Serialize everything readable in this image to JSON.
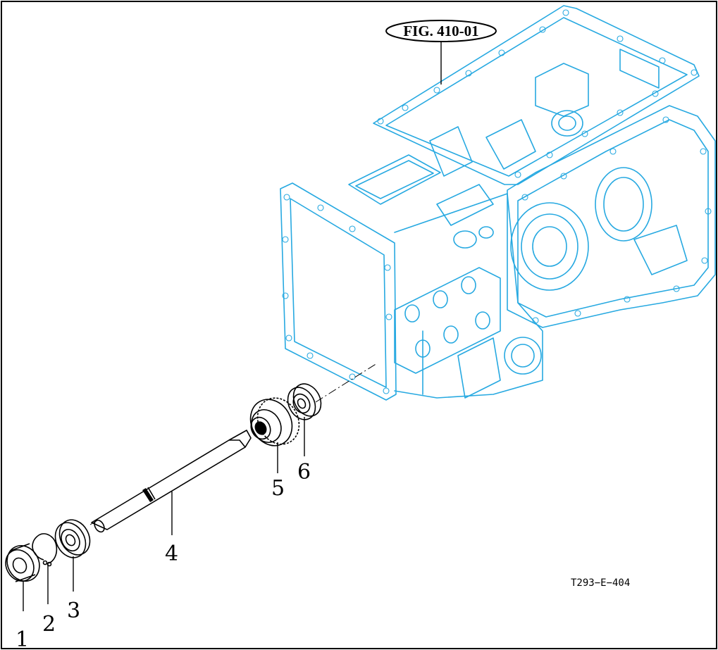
{
  "figure_reference": "FIG. 410-01",
  "drawing_code": "T293−E−404",
  "callouts": [
    {
      "id": "1",
      "label": "1"
    },
    {
      "id": "2",
      "label": "2"
    },
    {
      "id": "3",
      "label": "3"
    },
    {
      "id": "4",
      "label": "4"
    },
    {
      "id": "5",
      "label": "5"
    },
    {
      "id": "6",
      "label": "6"
    }
  ],
  "colors": {
    "housing": "#27a9e1",
    "parts": "#000000",
    "background": "#ffffff"
  }
}
